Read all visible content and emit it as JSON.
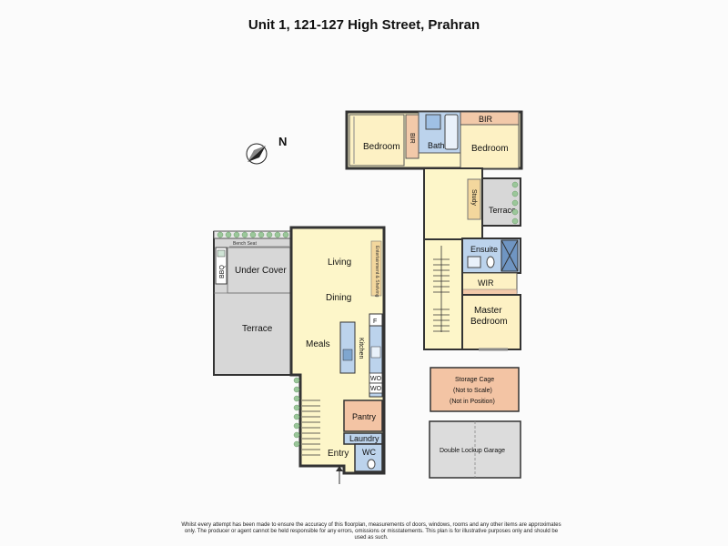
{
  "title": "Unit 1, 121-127 High Street, Prahran",
  "compass": {
    "label": "N"
  },
  "rooms": {
    "bedroom_1": "Bedroom",
    "bir_1": "BIR",
    "bath": "Bath",
    "bir_2": "BIR",
    "bedroom_2": "Bedroom",
    "study": "Study",
    "terrace_upper": "Terrace",
    "ensuite": "Ensuite",
    "wir": "WIR",
    "master_line1": "Master",
    "master_line2": "Bedroom",
    "under_cover": "Under Cover",
    "bbq": "BBQ",
    "bench_seat": "Bench Seat",
    "terrace_lower": "Terrace",
    "living": "Living",
    "dining": "Dining",
    "entertainment": "Entertainment & Shelving",
    "meals": "Meals",
    "kitchen": "Kitchen",
    "fridge": "F",
    "wo_1": "WO",
    "wo_2": "WO",
    "pantry": "Pantry",
    "laundry": "Laundry",
    "wc": "WC",
    "entry": "Entry",
    "storage_line1": "Storage Cage",
    "storage_line2": "(Not to Scale)",
    "storage_line3": "(Not in Position)",
    "garage": "Double Lockup Garage"
  },
  "disclaimer": "Whilst every attempt has been made to ensure the accuracy of this floorplan, measurements of doors, windows, rooms and any other items are approximates only. The producer or agent cannot be held responsible for any errors, omissions or misstatements. This plan is for illustrative purposes only and should be used as such.",
  "colors": {
    "living": "#fdf6c9",
    "bedroom": "#fdf1c4",
    "terrace": "#d7d7d7",
    "wet": "#bcd3ec",
    "robe": "#f2c9a9",
    "storage": "#f3c4a4",
    "garage": "#dcdcdc"
  }
}
